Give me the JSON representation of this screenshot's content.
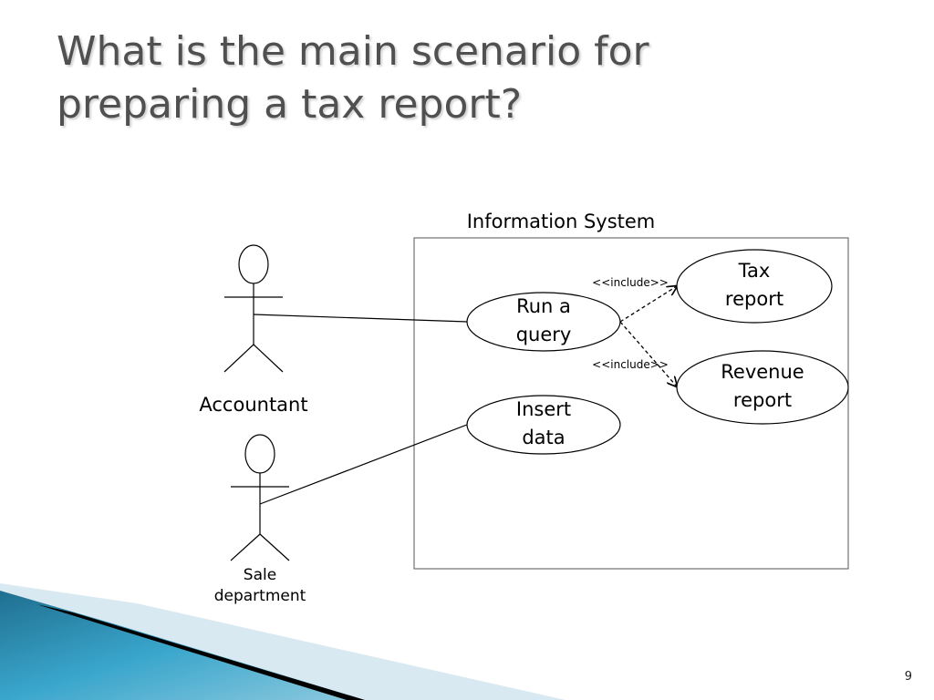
{
  "slide": {
    "title_line1": "What is the main scenario for",
    "title_line2": "preparing a tax report?",
    "page_number": "9"
  },
  "diagram": {
    "system_label": "Information System",
    "actors": {
      "accountant": "Accountant",
      "sale_line1": "Sale",
      "sale_line2": "department"
    },
    "use_cases": {
      "run_query_line1": "Run a",
      "run_query_line2": "query",
      "insert_data_line1": "Insert",
      "insert_data_line2": "data",
      "tax_report_line1": "Tax",
      "tax_report_line2": "report",
      "revenue_report_line1": "Revenue",
      "revenue_report_line2": "report"
    },
    "relations": {
      "include_to_tax": "<<include>>",
      "include_to_revenue": "<<include>>"
    }
  },
  "colors": {
    "title": "#505050",
    "line": "#000000",
    "ribbon_light": "#d9e9f1",
    "ribbon_blue": "#2c8fb4",
    "ribbon_dark": "#000000"
  }
}
